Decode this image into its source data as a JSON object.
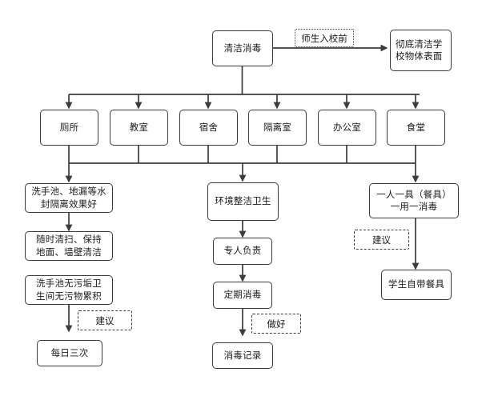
{
  "diagram": {
    "title_node": {
      "label": "清洁消毒"
    },
    "top_annotation": {
      "label": "师生入校前",
      "style": "dotted"
    },
    "top_target": {
      "label": "彻底清洁学\n校物体表面"
    },
    "locations": [
      {
        "id": "toilet",
        "label": "厕所"
      },
      {
        "id": "classroom",
        "label": "教室"
      },
      {
        "id": "dormitory",
        "label": "宿舍"
      },
      {
        "id": "isolation-room",
        "label": "隔离室"
      },
      {
        "id": "office",
        "label": "办公室"
      },
      {
        "id": "canteen",
        "label": "食堂"
      }
    ],
    "left_branch": {
      "steps": [
        {
          "id": "left-step-1",
          "label": "洗手池、地漏等水\n封隔离效果好"
        },
        {
          "id": "left-step-2",
          "label": "随时清扫、保持\n地面、墙壁清洁"
        },
        {
          "id": "left-step-3",
          "label": "洗手池无污垢卫\n生间无污物累积"
        },
        {
          "id": "left-step-4",
          "label": "每日三次"
        }
      ],
      "annotation": {
        "label": "建议"
      }
    },
    "middle_branch": {
      "steps": [
        {
          "id": "mid-step-1",
          "label": "环境整洁卫生"
        },
        {
          "id": "mid-step-2",
          "label": "专人负责"
        },
        {
          "id": "mid-step-3",
          "label": "定期消毒"
        },
        {
          "id": "mid-step-4",
          "label": "消毒记录"
        }
      ],
      "annotation": {
        "label": "做好"
      }
    },
    "right_branch": {
      "steps": [
        {
          "id": "right-step-1",
          "label": "一人一具（餐具）\n一用一消毒"
        },
        {
          "id": "right-step-2",
          "label": "学生自带餐具"
        }
      ],
      "annotation": {
        "label": "建议"
      }
    },
    "colors": {
      "stroke": "#3c3c3c",
      "text": "#1a1a1a",
      "background": "#ffffff"
    }
  }
}
